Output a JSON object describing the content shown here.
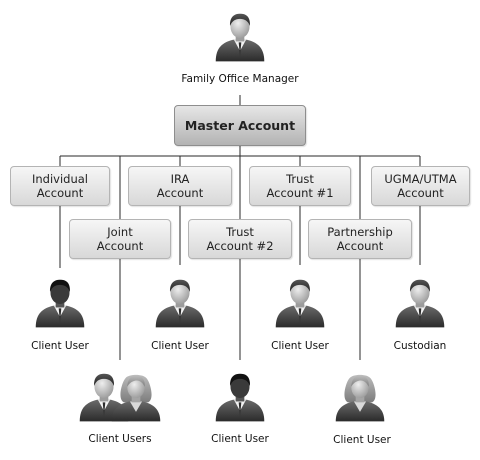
{
  "top_person": "Family Office Manager",
  "master": "Master Account",
  "accounts": {
    "individual": "Individual\nAccount",
    "joint": "Joint\nAccount",
    "ira": "IRA\nAccount",
    "trust2": "Trust\nAccount #2",
    "trust1": "Trust\nAccount #1",
    "partnership": "Partnership\nAccount",
    "ugma": "UGMA/UTMA\nAccount"
  },
  "users": {
    "u1": "Client User",
    "u2": "Client User",
    "u3": "Client User",
    "u4": "Custodian",
    "u5": "Client Users",
    "u6": "Client User",
    "u7": "Client User"
  }
}
